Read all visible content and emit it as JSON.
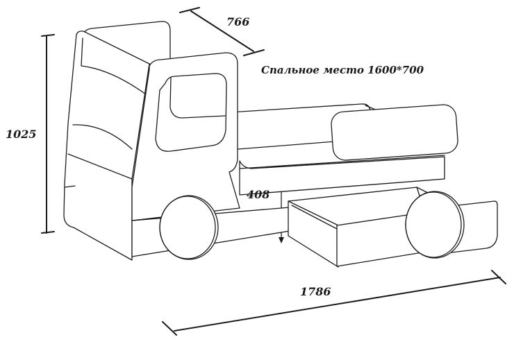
{
  "drawing": {
    "subject": "Children's truck-shaped bed with pull-out drawer",
    "colors": {
      "line": "#1a1a1a",
      "background": "#ffffff"
    }
  },
  "labels": {
    "sleeping_place": "Спальное место 1600*700",
    "height": "1025",
    "depth": "766",
    "bed_height": "408",
    "length": "1786"
  }
}
